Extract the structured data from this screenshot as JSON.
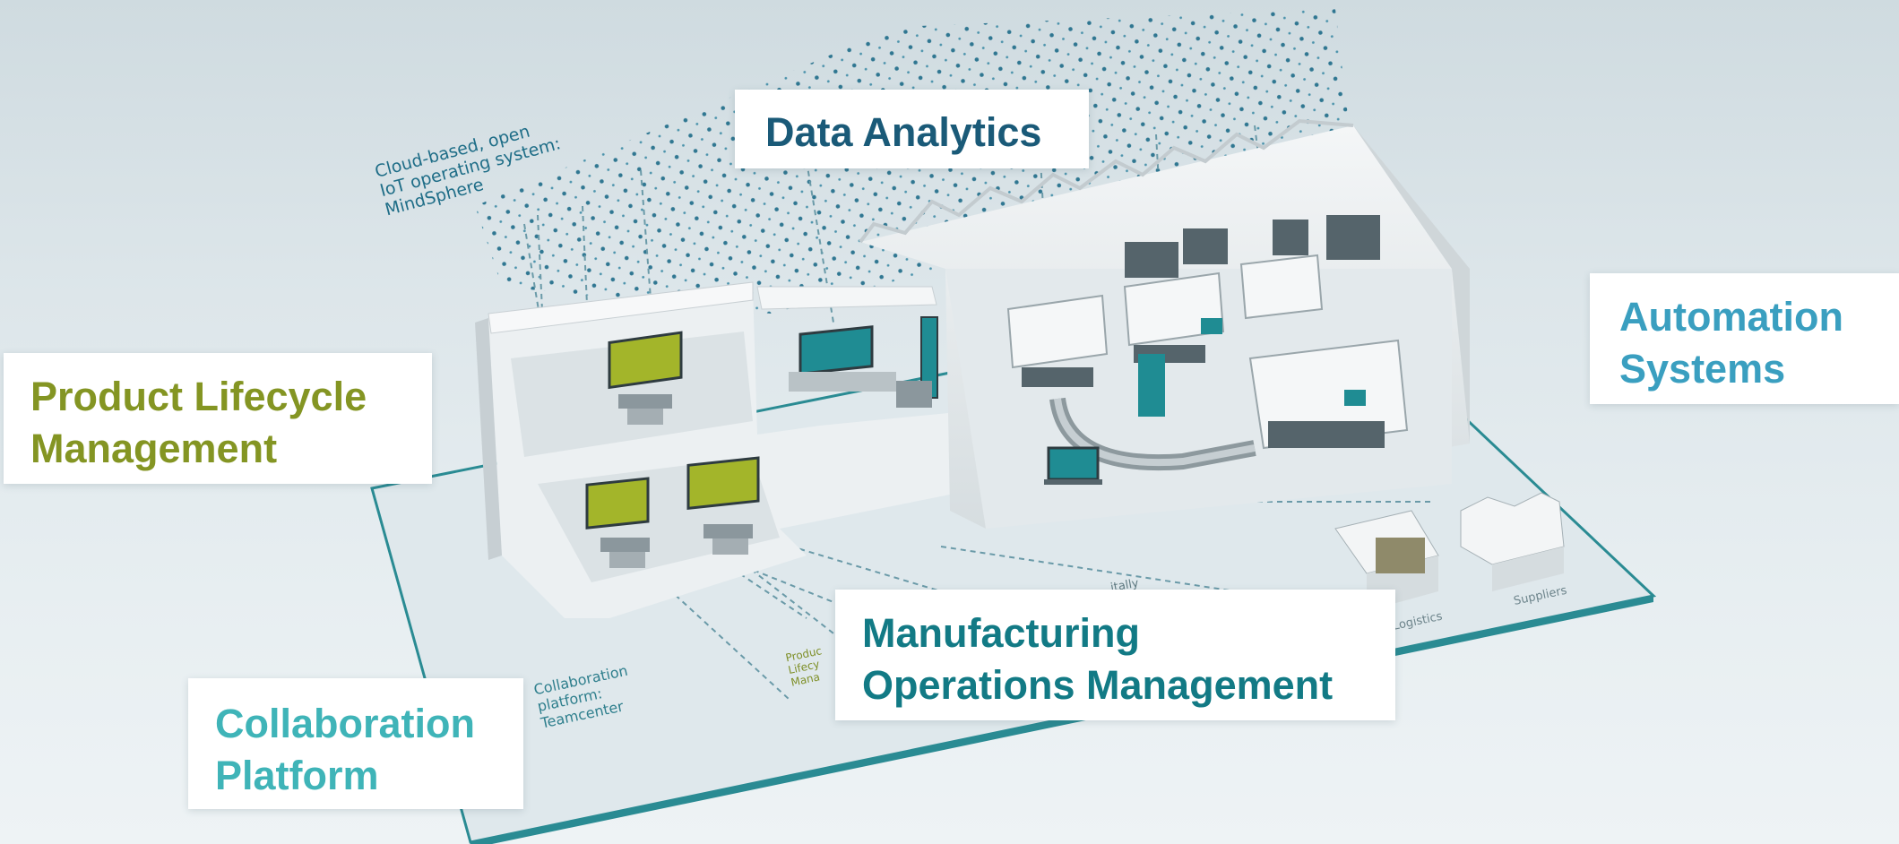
{
  "labels": {
    "data_analytics": "Data Analytics",
    "plm_line1": "Product Lifecycle",
    "plm_line2": "Management",
    "automation_line1": "Automation",
    "automation_line2": "Systems",
    "mom_line1": "Manufacturing",
    "mom_line2": "Operations Management",
    "collab_line1": "Collaboration",
    "collab_line2": "Platform"
  },
  "scene_text": {
    "cloud_line1": "Cloud-based, open",
    "cloud_line2": "IoT operating system:",
    "cloud_line3": "MindSphere",
    "collab_line1": "Collaboration",
    "collab_line2": "platform:",
    "collab_line3": "Teamcenter",
    "logistics": "Logistics",
    "suppliers": "Suppliers",
    "plm_small1": "Produc",
    "plm_small2": "Lifecy",
    "plm_small3": "Mana",
    "digital_small": "itally"
  },
  "colors": {
    "plm_green": "#849523",
    "data_blue": "#1a5a78",
    "automation_blue": "#3a9fc0",
    "mom_teal": "#127a85",
    "collab_teal": "#3fb4b8",
    "screen_green": "#a3b52a",
    "screen_teal": "#1f8c93"
  }
}
